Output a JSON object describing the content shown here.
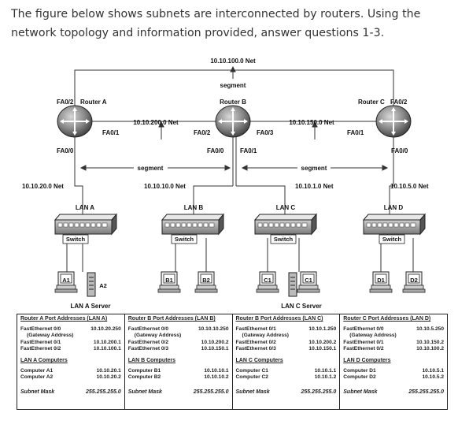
{
  "question": {
    "line1": "The figure below shows subnets are interconnected by routers. Using the",
    "line2": "network topology and information provided, answer questions 1-3."
  },
  "diagram": {
    "top_net": "10.10.100.0 Net",
    "segment": "segment",
    "router_a": {
      "name": "Router A",
      "p1": "FA0/2",
      "p2": "FA0/1",
      "p3": "FA0/0"
    },
    "router_b": {
      "name": "Router B",
      "p1": "FA0/2",
      "p2": "FA0/3",
      "p3": "FA0/0",
      "p4": "FA0/1"
    },
    "router_c": {
      "name": "Router C",
      "p1": "FA0/2",
      "p2": "FA0/1",
      "p3": "FA0/0"
    },
    "net_ab": "10.10.200.0 Net",
    "net_bc": "10.10.150.0 Net",
    "net_a": "10.10.20.0 Net",
    "net_b": "10.10.10.0 Net",
    "net_c": "10.10.1.0 Net",
    "net_d": "10.10.5.0 Net",
    "lan_a": "LAN A",
    "lan_b": "LAN B",
    "lan_c": "LAN C",
    "lan_d": "LAN D",
    "switch": "Switch",
    "a1": "A1",
    "a2": "A2",
    "b1": "B1",
    "b2": "B2",
    "c1": "C1",
    "c1s": "C1",
    "d1": "D1",
    "d2": "D2",
    "lan_a_server": "LAN A Server",
    "lan_c_server": "LAN C Server"
  },
  "table": {
    "a": {
      "head": "Router A Port Addresses (LAN A)",
      "r1k": "FastEthernet 0/0",
      "r1v": "10.10.20.250",
      "r1s": "(Gateway Address)",
      "r2k": "FastEthernet 0/1",
      "r2v": "10.10.200.1",
      "r3k": "FastEthernet 0/2",
      "r3v": "10.10.100.1",
      "sec": "LAN A Computers",
      "c1k": "Computer A1",
      "c1v": "10.10.20.1",
      "c2k": "Computer A2",
      "c2v": "10.10.20.2",
      "mk": "Subnet Mask",
      "mv": "255.255.255.0"
    },
    "b": {
      "head": "Router B Port Addresses (LAN B)",
      "r1k": "FastEthernet 0/0",
      "r1v": "10.10.10.250",
      "r1s": "(Gateway Address)",
      "r2k": "FastEthernet 0/2",
      "r2v": "10.10.200.2",
      "r3k": "FastEthernet 0/3",
      "r3v": "10.10.150.1",
      "sec": "LAN B Computers",
      "c1k": "Computer B1",
      "c1v": "10.10.10.1",
      "c2k": "Computer B2",
      "c2v": "10.10.10.2",
      "mk": "Subnet Mask",
      "mv": "255.255.255.0"
    },
    "c": {
      "head": "Router B Port Addresses (LAN C)",
      "r1k": "FastEthernet 0/1",
      "r1v": "10.10.1.250",
      "r1s": "(Gateway Address)",
      "r2k": "FastEthernet 0/2",
      "r2v": "10.10.200.2",
      "r3k": "FastEthernet 0/3",
      "r3v": "10.10.150.1",
      "sec": "LAN C Computers",
      "c1k": "Computer C1",
      "c1v": "10.10.1.1",
      "c2k": "Computer C2",
      "c2v": "10.10.1.2",
      "mk": "Subnet Mask",
      "mv": "255.255.255.0"
    },
    "d": {
      "head": "Router C Port Addresses (LAN D)",
      "r1k": "FastEthernet 0/0",
      "r1v": "10.10.5.250",
      "r1s": "(Gateway Address)",
      "r2k": "FastEthernet 0/1",
      "r2v": "10.10.150.2",
      "r3k": "FastEthernet 0/2",
      "r3v": "10.10.100.2",
      "sec": "LAN D Computers",
      "c1k": "Computer D1",
      "c1v": "10.10.5.1",
      "c2k": "Computer D2",
      "c2v": "10.10.5.2",
      "mk": "Subnet Mask",
      "mv": "255.255.255.0"
    }
  }
}
